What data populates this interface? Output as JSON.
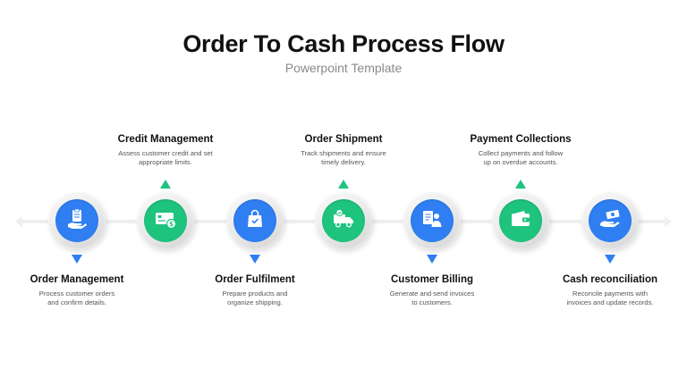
{
  "header": {
    "title": "Order To Cash Process Flow",
    "subtitle": "Powerpoint Template"
  },
  "colors": {
    "blue": "#2f7ff3",
    "green": "#1ec37e"
  },
  "steps": [
    {
      "title": "Order Management",
      "desc1": "Process customer orders",
      "desc2": "and confirm details.",
      "position": "bottom",
      "color": "blue",
      "icon": "clipboard-hand-icon"
    },
    {
      "title": "Credit Management",
      "desc1": "Assess customer credit and set",
      "desc2": "appropriate limits.",
      "position": "top",
      "color": "green",
      "icon": "credit-card-icon"
    },
    {
      "title": "Order Fulfilment",
      "desc1": "Prepare products and",
      "desc2": "organize shipping.",
      "position": "bottom",
      "color": "blue",
      "icon": "shopping-bag-icon"
    },
    {
      "title": "Order Shipment",
      "desc1": "Track shipments and ensure",
      "desc2": "timely delivery.",
      "position": "top",
      "color": "green",
      "icon": "delivery-truck-icon"
    },
    {
      "title": "Customer Billing",
      "desc1": "Generate and send invoices",
      "desc2": "to customers.",
      "position": "bottom",
      "color": "blue",
      "icon": "invoice-person-icon"
    },
    {
      "title": "Payment Collections",
      "desc1": "Collect payments and follow",
      "desc2": "up on overdue accounts.",
      "position": "top",
      "color": "green",
      "icon": "wallet-icon"
    },
    {
      "title": "Cash reconciliation",
      "desc1": "Reconcile payments with",
      "desc2": "invoices and update records.",
      "position": "bottom",
      "color": "blue",
      "icon": "cash-hand-icon"
    }
  ]
}
